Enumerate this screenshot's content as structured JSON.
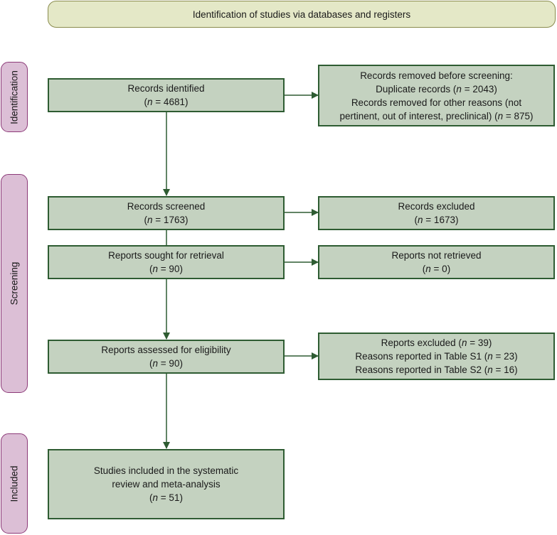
{
  "header": {
    "title": "Identification of  studies via databases and registers"
  },
  "phases": {
    "identification": "Identification",
    "screening": "Screening",
    "included": "Included"
  },
  "boxes": {
    "records_identified": {
      "label": "Records identified",
      "n_prefix": "n",
      "n_value": " = 4681"
    },
    "records_removed": {
      "line1": "Records removed before screening:",
      "line2_text": "Duplicate records (",
      "line2_n": "n",
      "line2_value": " = 2043)",
      "line3": "Records removed for other reasons (not",
      "line4_text": "pertinent, out of interest, preclinical) (",
      "line4_n": "n",
      "line4_value": " = 875)"
    },
    "records_screened": {
      "label": "Records screened",
      "n_prefix": "n",
      "n_value": " = 1763"
    },
    "records_excluded": {
      "label": "Records excluded",
      "n_prefix": "n",
      "n_value": " = 1673"
    },
    "reports_sought": {
      "label": "Reports sought for retrieval",
      "n_prefix": "n",
      "n_value": " = 90"
    },
    "reports_not_retrieved": {
      "label": "Reports not retrieved",
      "n_prefix": "n",
      "n_value": " = 0"
    },
    "reports_assessed": {
      "label": "Reports assessed for eligibility",
      "n_prefix": "n",
      "n_value": " = 90"
    },
    "reports_excluded": {
      "line1_text": "Reports excluded (",
      "line1_n": "n",
      "line1_value": " = 39)",
      "line2_text": "Reasons reported in Table S1 (",
      "line2_n": "n",
      "line2_value": " = 23)",
      "line3_text": "Reasons reported in Table S2 (",
      "line3_n": "n",
      "line3_value": " = 16)"
    },
    "studies_included": {
      "line1": "Studies included in the systematic",
      "line2": "review and meta-analysis",
      "n_prefix": "n",
      "n_value": " = 51"
    }
  },
  "colors": {
    "box_fill": "#c4d2c0",
    "box_border": "#2e5c32",
    "header_fill": "#e4e8c7",
    "phase_fill": "#dcbfd6",
    "phase_border": "#8c3a78",
    "arrow": "#2e5c32"
  }
}
